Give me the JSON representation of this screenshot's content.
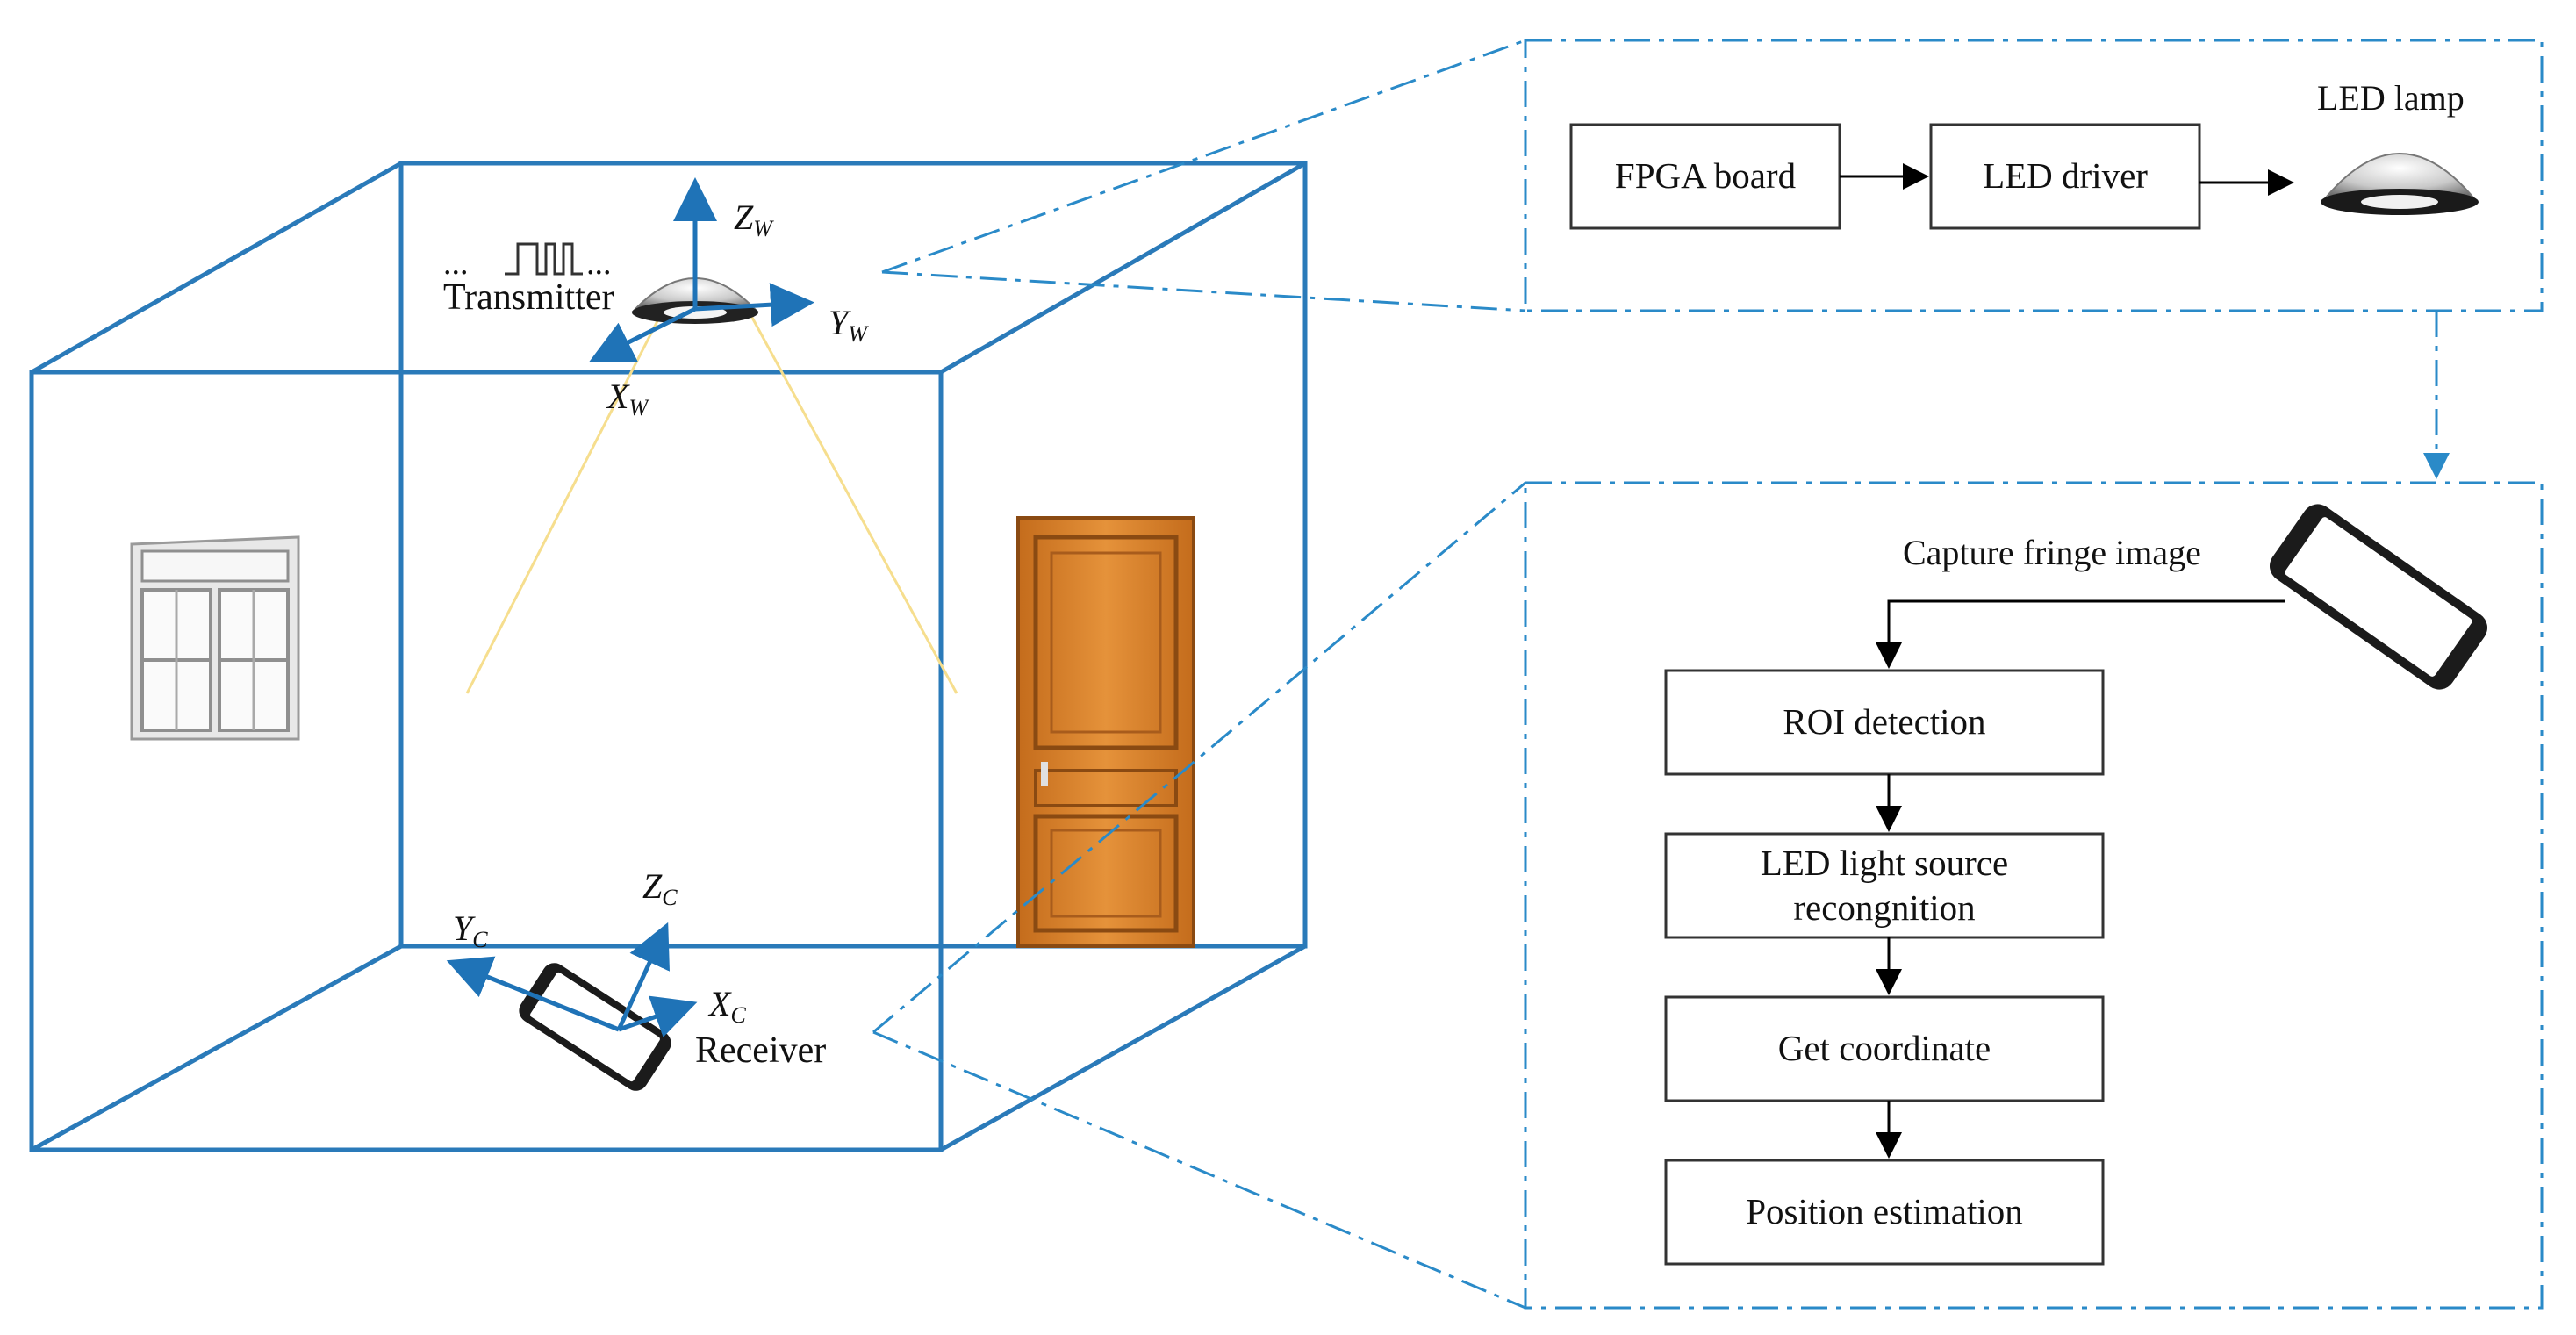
{
  "colors": {
    "room_edge": "#2a7ab9",
    "axis": "#1f73b7",
    "dash": "#2a8ac8",
    "beam": "#f6de8e",
    "box_border": "#333333",
    "arrow": "#000000",
    "door": "#d9822b"
  },
  "transmitter": {
    "label": "Transmitter",
    "signal": "... ⎍⎍⎍ ..."
  },
  "receiver": {
    "label": "Receiver"
  },
  "world_axes": {
    "z": "Z",
    "z_sub": "W",
    "y": "Y",
    "y_sub": "W",
    "x": "X",
    "x_sub": "W"
  },
  "camera_axes": {
    "z": "Z",
    "z_sub": "C",
    "y": "Y",
    "y_sub": "C",
    "x": "X",
    "x_sub": "C"
  },
  "transmitter_panel": {
    "blocks": [
      "FPGA board",
      "LED driver"
    ],
    "lamp_label": "LED lamp"
  },
  "receiver_panel": {
    "capture_label": "Capture fringe image",
    "steps": [
      "ROI detection",
      "LED light source\nrecongnition",
      "Get coordinate",
      "Position estimation"
    ]
  },
  "icons": [
    "lamp-icon",
    "smartphone-icon",
    "window-icon",
    "door-icon",
    "square-wave-icon"
  ]
}
